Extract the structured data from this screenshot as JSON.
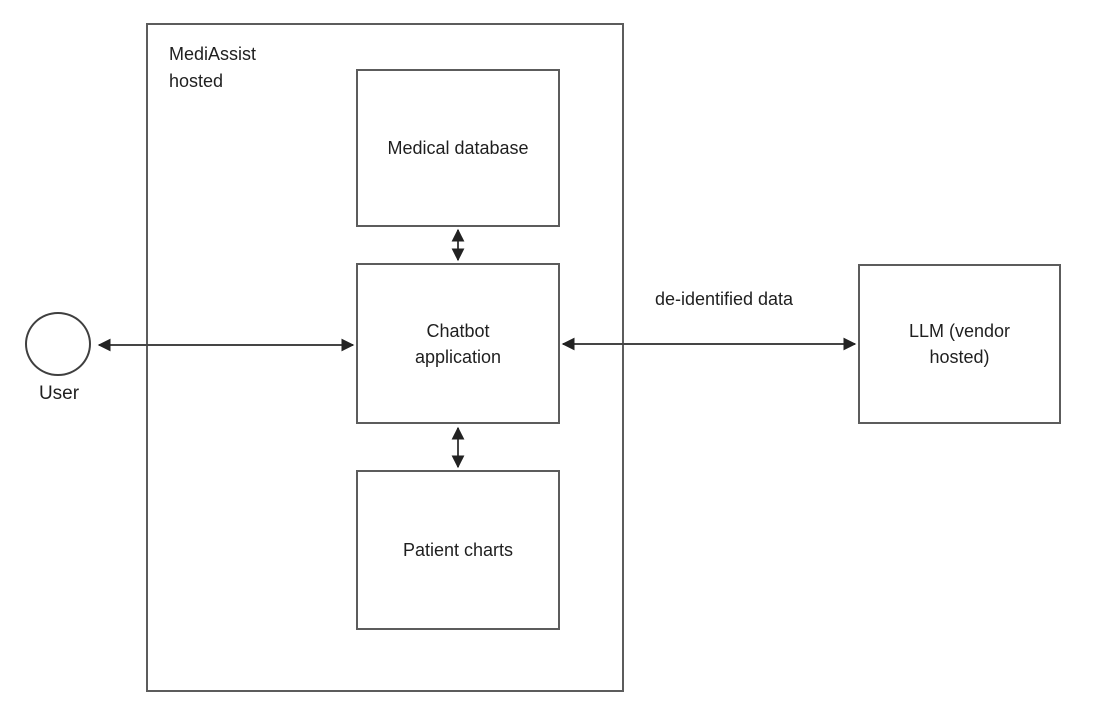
{
  "diagram": {
    "boundary": {
      "label": "MediAssist hosted"
    },
    "nodes": {
      "user": {
        "label": "User",
        "shape": "circle"
      },
      "medical_database": {
        "label": "Medical database",
        "shape": "rect"
      },
      "chatbot_application": {
        "label": "Chatbot application",
        "shape": "rect"
      },
      "patient_charts": {
        "label": "Patient charts",
        "shape": "rect"
      },
      "llm": {
        "label": "LLM (vendor hosted)",
        "shape": "rect"
      }
    },
    "edges": [
      {
        "from": "user",
        "to": "chatbot_application",
        "bidirectional": true,
        "label": ""
      },
      {
        "from": "medical_database",
        "to": "chatbot_application",
        "bidirectional": true,
        "label": ""
      },
      {
        "from": "chatbot_application",
        "to": "patient_charts",
        "bidirectional": true,
        "label": ""
      },
      {
        "from": "chatbot_application",
        "to": "llm",
        "bidirectional": true,
        "label": "de-identified data"
      }
    ],
    "colors": {
      "background": "#ffffff",
      "box_border": "#5c5c5c",
      "arrow": "#454545",
      "text": "#1f1f1f"
    }
  }
}
